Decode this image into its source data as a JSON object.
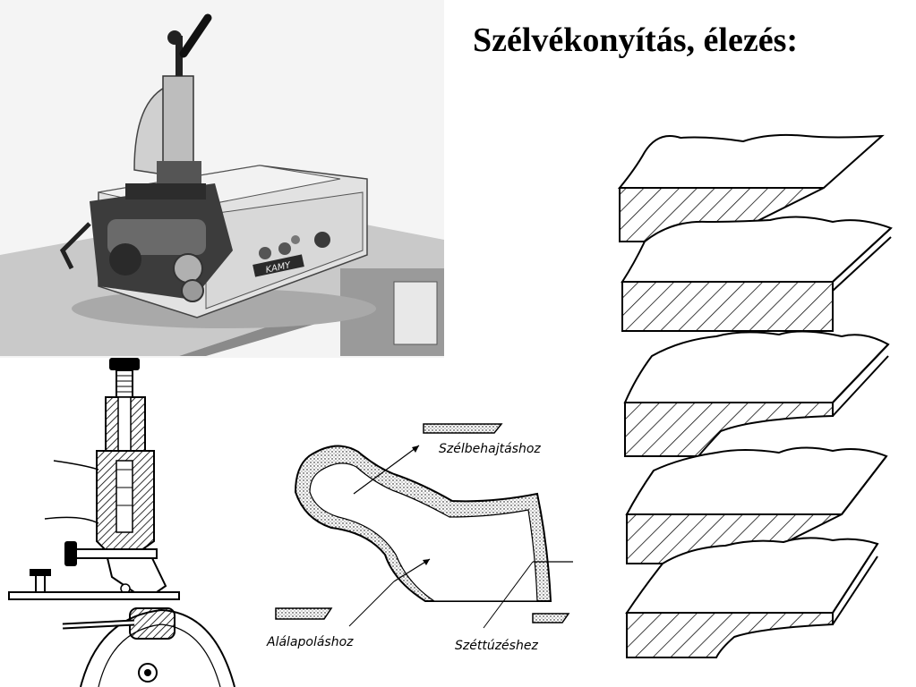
{
  "title": "Szélvékonyítás, élezés:",
  "photo": {
    "machine_brand": "KAMY"
  },
  "shoe_diagram": {
    "labels": {
      "folding": "Szélbehajtáshoz",
      "lining": "Alálapoláshoz",
      "stitching": "Széttúzéshez"
    }
  },
  "edge_profiles": {
    "count": 5
  },
  "colors": {
    "ink": "#000000",
    "table_gray": "#c8c8c8",
    "machine_light": "#e6e6e6",
    "machine_dark": "#2a2a2a"
  }
}
